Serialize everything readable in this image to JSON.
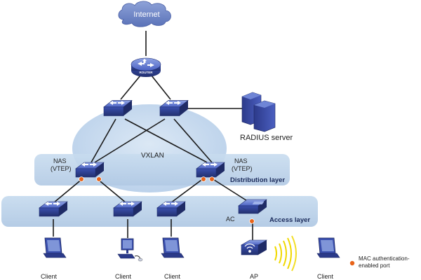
{
  "cloud": {
    "label": "Internet"
  },
  "router": {
    "label": "ROUTER"
  },
  "radius": {
    "label": "RADIUS server"
  },
  "vxlan": {
    "label": "VXLAN"
  },
  "nas_left": {
    "line1": "NAS",
    "line2": "(VTEP)"
  },
  "nas_right": {
    "line1": "NAS",
    "line2": "(VTEP)"
  },
  "layers": {
    "distribution": "Distribution layer",
    "access": "Access layer"
  },
  "ac": {
    "label": "AC"
  },
  "ap": {
    "label": "AP"
  },
  "clients": [
    "Client",
    "Client",
    "Client",
    "Client"
  ],
  "legend": {
    "line1": "MAC authentication-",
    "line2": "enabled port"
  },
  "colors": {
    "device_blue": "#3f55b5",
    "cloud_blue": "#6e86c4",
    "vxlan_ellipse": "#c3d8ec",
    "layer_band": "#bcd3ea",
    "port_orange": "#e8641a",
    "wireless_yellow": "#f0d800"
  }
}
